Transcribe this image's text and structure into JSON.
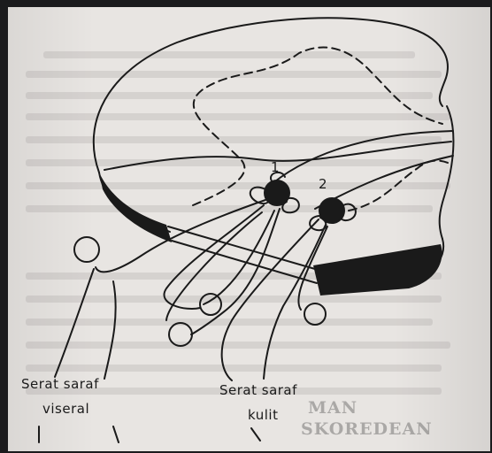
{
  "labels": {
    "marker_1": "1",
    "marker_2": "2",
    "visceral_line1": "Serat saraf",
    "visceral_line2": "viseral",
    "skin_line1": "Serat saraf",
    "skin_line2": "kulit"
  },
  "colors": {
    "page": "#e8e5e2",
    "ink": "#1a1a1a",
    "frame": "#1b1b1d"
  }
}
